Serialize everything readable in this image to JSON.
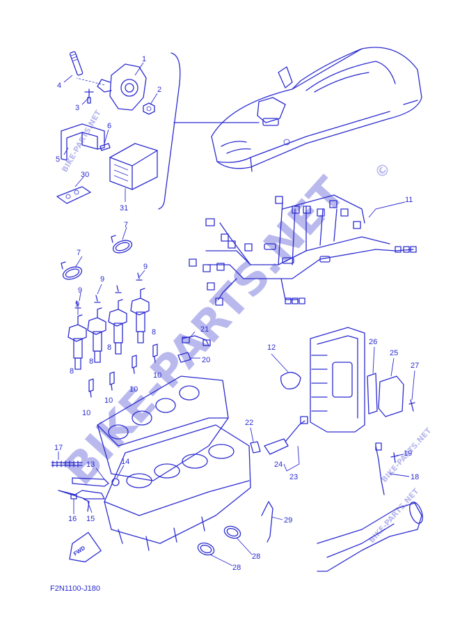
{
  "diagram": {
    "drawing_code": "F2N1100-J180",
    "direction_label": "FWD",
    "watermark_main": "BIKE-PARTS.NET",
    "watermark_small": "BIKE-PARTS.NET",
    "copyright_symbol": "©",
    "callouts": [
      {
        "id": "c1",
        "label": "1"
      },
      {
        "id": "c2",
        "label": "2"
      },
      {
        "id": "c3",
        "label": "3"
      },
      {
        "id": "c4",
        "label": "4"
      },
      {
        "id": "c5",
        "label": "5"
      },
      {
        "id": "c6",
        "label": "6"
      },
      {
        "id": "c30",
        "label": "30"
      },
      {
        "id": "c31",
        "label": "31"
      },
      {
        "id": "c11",
        "label": "11"
      },
      {
        "id": "c7a",
        "label": "7"
      },
      {
        "id": "c7b",
        "label": "7"
      },
      {
        "id": "c9a",
        "label": "9"
      },
      {
        "id": "c9b",
        "label": "9"
      },
      {
        "id": "c9c",
        "label": "9"
      },
      {
        "id": "c9d",
        "label": "9"
      },
      {
        "id": "c8a",
        "label": "8"
      },
      {
        "id": "c8b",
        "label": "8"
      },
      {
        "id": "c8c",
        "label": "8"
      },
      {
        "id": "c8d",
        "label": "8"
      },
      {
        "id": "c10a",
        "label": "10"
      },
      {
        "id": "c10b",
        "label": "10"
      },
      {
        "id": "c10c",
        "label": "10"
      },
      {
        "id": "c10d",
        "label": "10"
      },
      {
        "id": "c21",
        "label": "21"
      },
      {
        "id": "c20",
        "label": "20"
      },
      {
        "id": "c12",
        "label": "12"
      },
      {
        "id": "c26",
        "label": "26"
      },
      {
        "id": "c25",
        "label": "25"
      },
      {
        "id": "c27",
        "label": "27"
      },
      {
        "id": "c22",
        "label": "22"
      },
      {
        "id": "c24",
        "label": "24"
      },
      {
        "id": "c23",
        "label": "23"
      },
      {
        "id": "c17",
        "label": "17"
      },
      {
        "id": "c13",
        "label": "13"
      },
      {
        "id": "c14",
        "label": "14"
      },
      {
        "id": "c16",
        "label": "16"
      },
      {
        "id": "c15",
        "label": "15"
      },
      {
        "id": "c19",
        "label": "19"
      },
      {
        "id": "c18",
        "label": "18"
      },
      {
        "id": "c29",
        "label": "29"
      },
      {
        "id": "c28a",
        "label": "28"
      },
      {
        "id": "c28b",
        "label": "28"
      }
    ]
  }
}
